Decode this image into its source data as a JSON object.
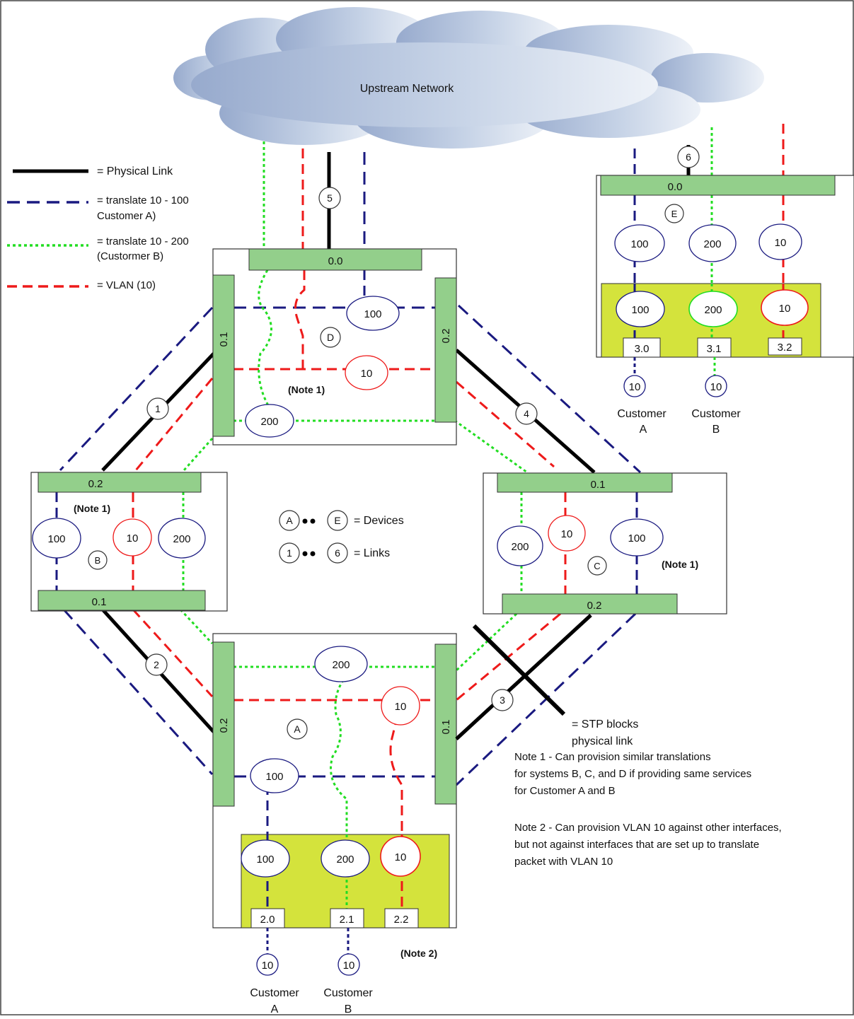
{
  "cloud_label": "Upstream Network",
  "legend": {
    "physical": "= Physical Link",
    "translate_a_1": "= translate 10 - 100",
    "translate_a_2": "Customer A)",
    "translate_b_1": "= translate 10 - 200",
    "translate_b_2": "(Custormer B)",
    "vlan": "= VLAN (10)"
  },
  "key": {
    "dev_a": "A",
    "dev_e": "E",
    "devices": "= Devices",
    "link_1": "1",
    "link_6": "6",
    "links": "= Links"
  },
  "devices": {
    "A": {
      "label": "A",
      "port_left": "0.2",
      "port_right": "0.1",
      "vlan_a": "100",
      "vlan_b": "200",
      "vlan_c": "10",
      "card_a": "100",
      "card_b": "200",
      "card_c": "10",
      "slot_a": "2.0",
      "slot_b": "2.1",
      "slot_c": "2.2",
      "cust_a_vlan": "10",
      "cust_b_vlan": "10",
      "note": "(Note 2)"
    },
    "B": {
      "label": "B",
      "port_top": "0.2",
      "port_bottom": "0.1",
      "vlan_a": "100",
      "vlan_c": "10",
      "vlan_b": "200",
      "note": "(Note 1)"
    },
    "C": {
      "label": "C",
      "port_top": "0.1",
      "port_bottom": "0.2",
      "vlan_b": "200",
      "vlan_c": "10",
      "vlan_a": "100",
      "note": "(Note 1)"
    },
    "D": {
      "label": "D",
      "port_top": "0.0",
      "port_left": "0.1",
      "port_right": "0.2",
      "vlan_a": "100",
      "vlan_c": "10",
      "vlan_b": "200",
      "note": "(Note 1)"
    },
    "E": {
      "label": "E",
      "port_top": "0.0",
      "vlan_a": "100",
      "vlan_b": "200",
      "vlan_c": "10",
      "card_a": "100",
      "card_b": "200",
      "card_c": "10",
      "slot_a": "3.0",
      "slot_b": "3.1",
      "slot_c": "3.2",
      "cust_a_vlan": "10",
      "cust_b_vlan": "10"
    }
  },
  "links": {
    "l1": "1",
    "l2": "2",
    "l3": "3",
    "l4": "4",
    "l5": "5",
    "l6": "6"
  },
  "customers": {
    "customer_word": "Customer",
    "a": "A",
    "b": "B"
  },
  "stp_note_1": "= STP blocks",
  "stp_note_2": "physical link",
  "note1": [
    "Note 1 - Can provision similar translations",
    "for systems B, C, and D if providing same services",
    "for Customer A and B"
  ],
  "note2": [
    "Note 2 - Can provision VLAN 10 against other interfaces,",
    "but  not against interfaces that are set up to translate",
    "packet with VLAN 10"
  ],
  "colors": {
    "physical": "#000000",
    "customer_a": "#1a1a80",
    "customer_b": "#22dd22",
    "vlan": "#ee1a1a",
    "port": "#93cf8b",
    "card": "#d4e33c",
    "cloud": "#aebfd9"
  }
}
